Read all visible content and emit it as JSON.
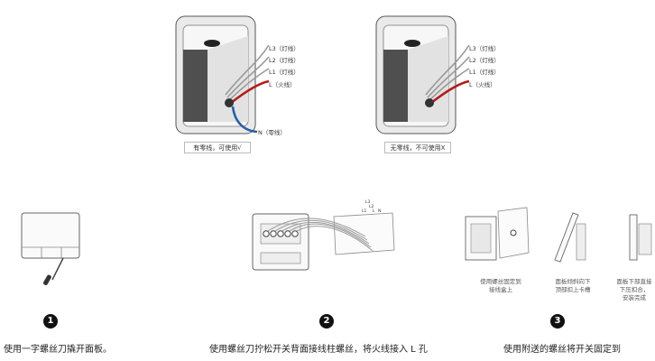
{
  "top_diagrams": [
    {
      "labels": {
        "l3": "L3（灯线）",
        "l2": "L2（灯线）",
        "l1": "L1（灯线）",
        "l": "L（火线）",
        "n": "N（零线）"
      },
      "caption": "有零线，可使用√"
    },
    {
      "labels": {
        "l3": "L3（灯线）",
        "l2": "L2（灯线）",
        "l1": "L1（灯线）",
        "l": "L（火线）"
      },
      "caption": "无零线，不可使用X"
    }
  ],
  "steps": [
    {
      "number": "1",
      "text": "使用一字螺丝刀撬开面板。"
    },
    {
      "number": "2",
      "text": "使用螺丝刀拧松开关背面接线柱螺丝，将火线接入 L 孔"
    },
    {
      "number": "3",
      "text": "使用附送的螺丝将开关固定到",
      "sub_captions": [
        {
          "lines": [
            "使用螺丝固定到",
            "接线盒上"
          ]
        },
        {
          "lines": [
            "面板倾斜向下",
            "顶部扣上卡槽"
          ]
        },
        {
          "lines": [
            "面板下部直接",
            "下压扣合，",
            "安装完成"
          ]
        }
      ]
    }
  ],
  "terminal_labels": [
    "L3",
    "L2",
    "L1",
    "L",
    "N"
  ],
  "colors": {
    "live": "#b01c1c",
    "neutral": "#2a5fa8",
    "wire": "#888888",
    "panel": "#e6e6e6",
    "cavity": "#555555"
  }
}
